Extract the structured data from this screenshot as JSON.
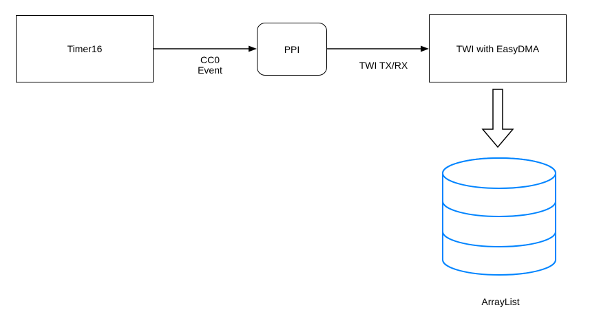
{
  "colors": {
    "background": "#ffffff",
    "shape_stroke": "#000000",
    "edge_stroke": "#000000",
    "cylinder_stroke": "#0084ff",
    "cylinder_fill": "#ffffff",
    "text": "#000000"
  },
  "nodes": {
    "timer16": {
      "label": "Timer16",
      "shape": "rectangle"
    },
    "ppi": {
      "label": "PPI",
      "shape": "rounded-rectangle"
    },
    "twi": {
      "label": "TWI with EasyDMA",
      "shape": "rectangle"
    },
    "arraylist": {
      "label": "ArrayList",
      "shape": "database-cylinder"
    }
  },
  "edges": {
    "timer_to_ppi": {
      "label": "CC0\nEvent",
      "from": "Timer16",
      "to": "PPI",
      "style": "arrow"
    },
    "ppi_to_twi": {
      "label": "TWI TX/RX",
      "from": "PPI",
      "to": "TWI with EasyDMA",
      "style": "arrow"
    },
    "twi_to_arraylist": {
      "from": "TWI with EasyDMA",
      "to": "ArrayList",
      "style": "block-arrow-down"
    }
  }
}
